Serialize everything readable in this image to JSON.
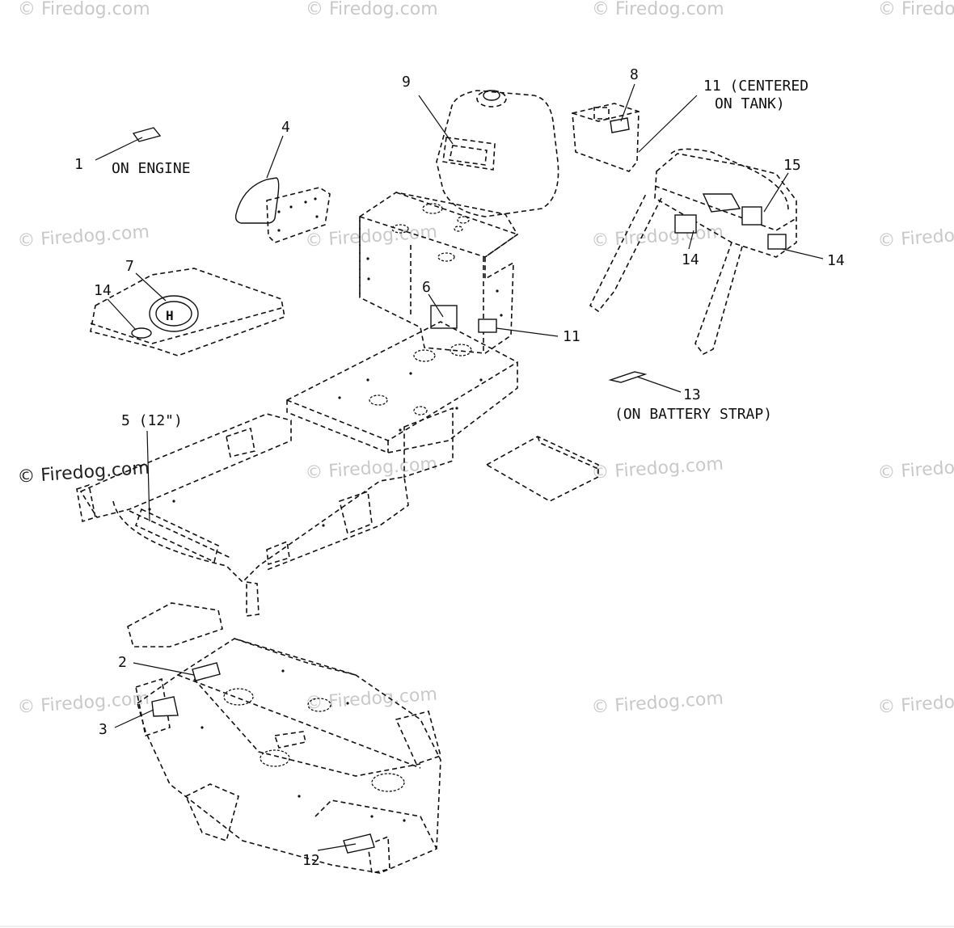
{
  "watermark": {
    "text": "© Firedog.com",
    "positions_comment": ""
  },
  "callouts": {
    "c1": "1",
    "c1_note": "ON ENGINE",
    "c2": "2",
    "c3": "3",
    "c4": "4",
    "c5": "5 (12\")",
    "c6": "6",
    "c7": "7",
    "c8": "8",
    "c9": "9",
    "c11a": "11 (CENTERED",
    "c11a_line2": "ON TANK)",
    "c11b": "11",
    "c12": "12",
    "c13": "13",
    "c13_note": "(ON BATTERY STRAP)",
    "c14a": "14",
    "c14b": "14",
    "c14c": "14",
    "c15": "15"
  }
}
